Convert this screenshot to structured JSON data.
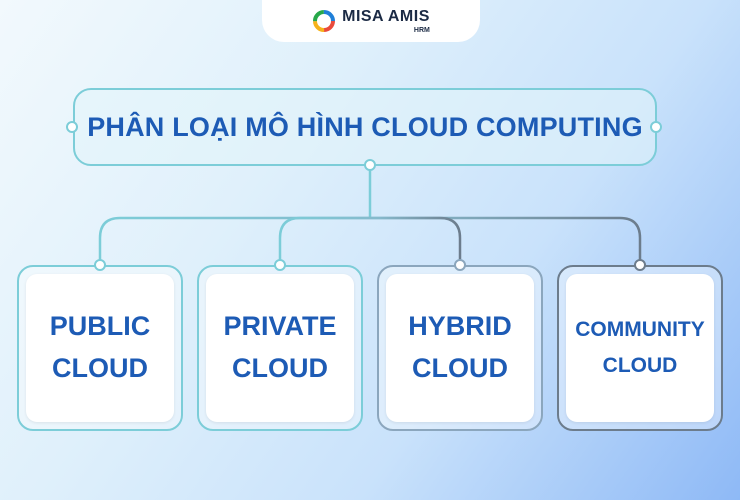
{
  "logo": {
    "brand": "MISA AMIS",
    "product": "HRM"
  },
  "diagram": {
    "title": "PHÂN LOẠI MÔ HÌNH CLOUD COMPUTING",
    "items": [
      {
        "label": "PUBLIC\nCLOUD"
      },
      {
        "label": "PRIVATE\nCLOUD"
      },
      {
        "label": "HYBRID\nCLOUD"
      },
      {
        "label": "COMMUNITY\nCLOUD"
      }
    ]
  },
  "colors": {
    "text": "#1d5bb5",
    "connector": "#7ccdd8",
    "connector_dark": "#6c7c8c",
    "logo_text": "#1b2a44"
  }
}
